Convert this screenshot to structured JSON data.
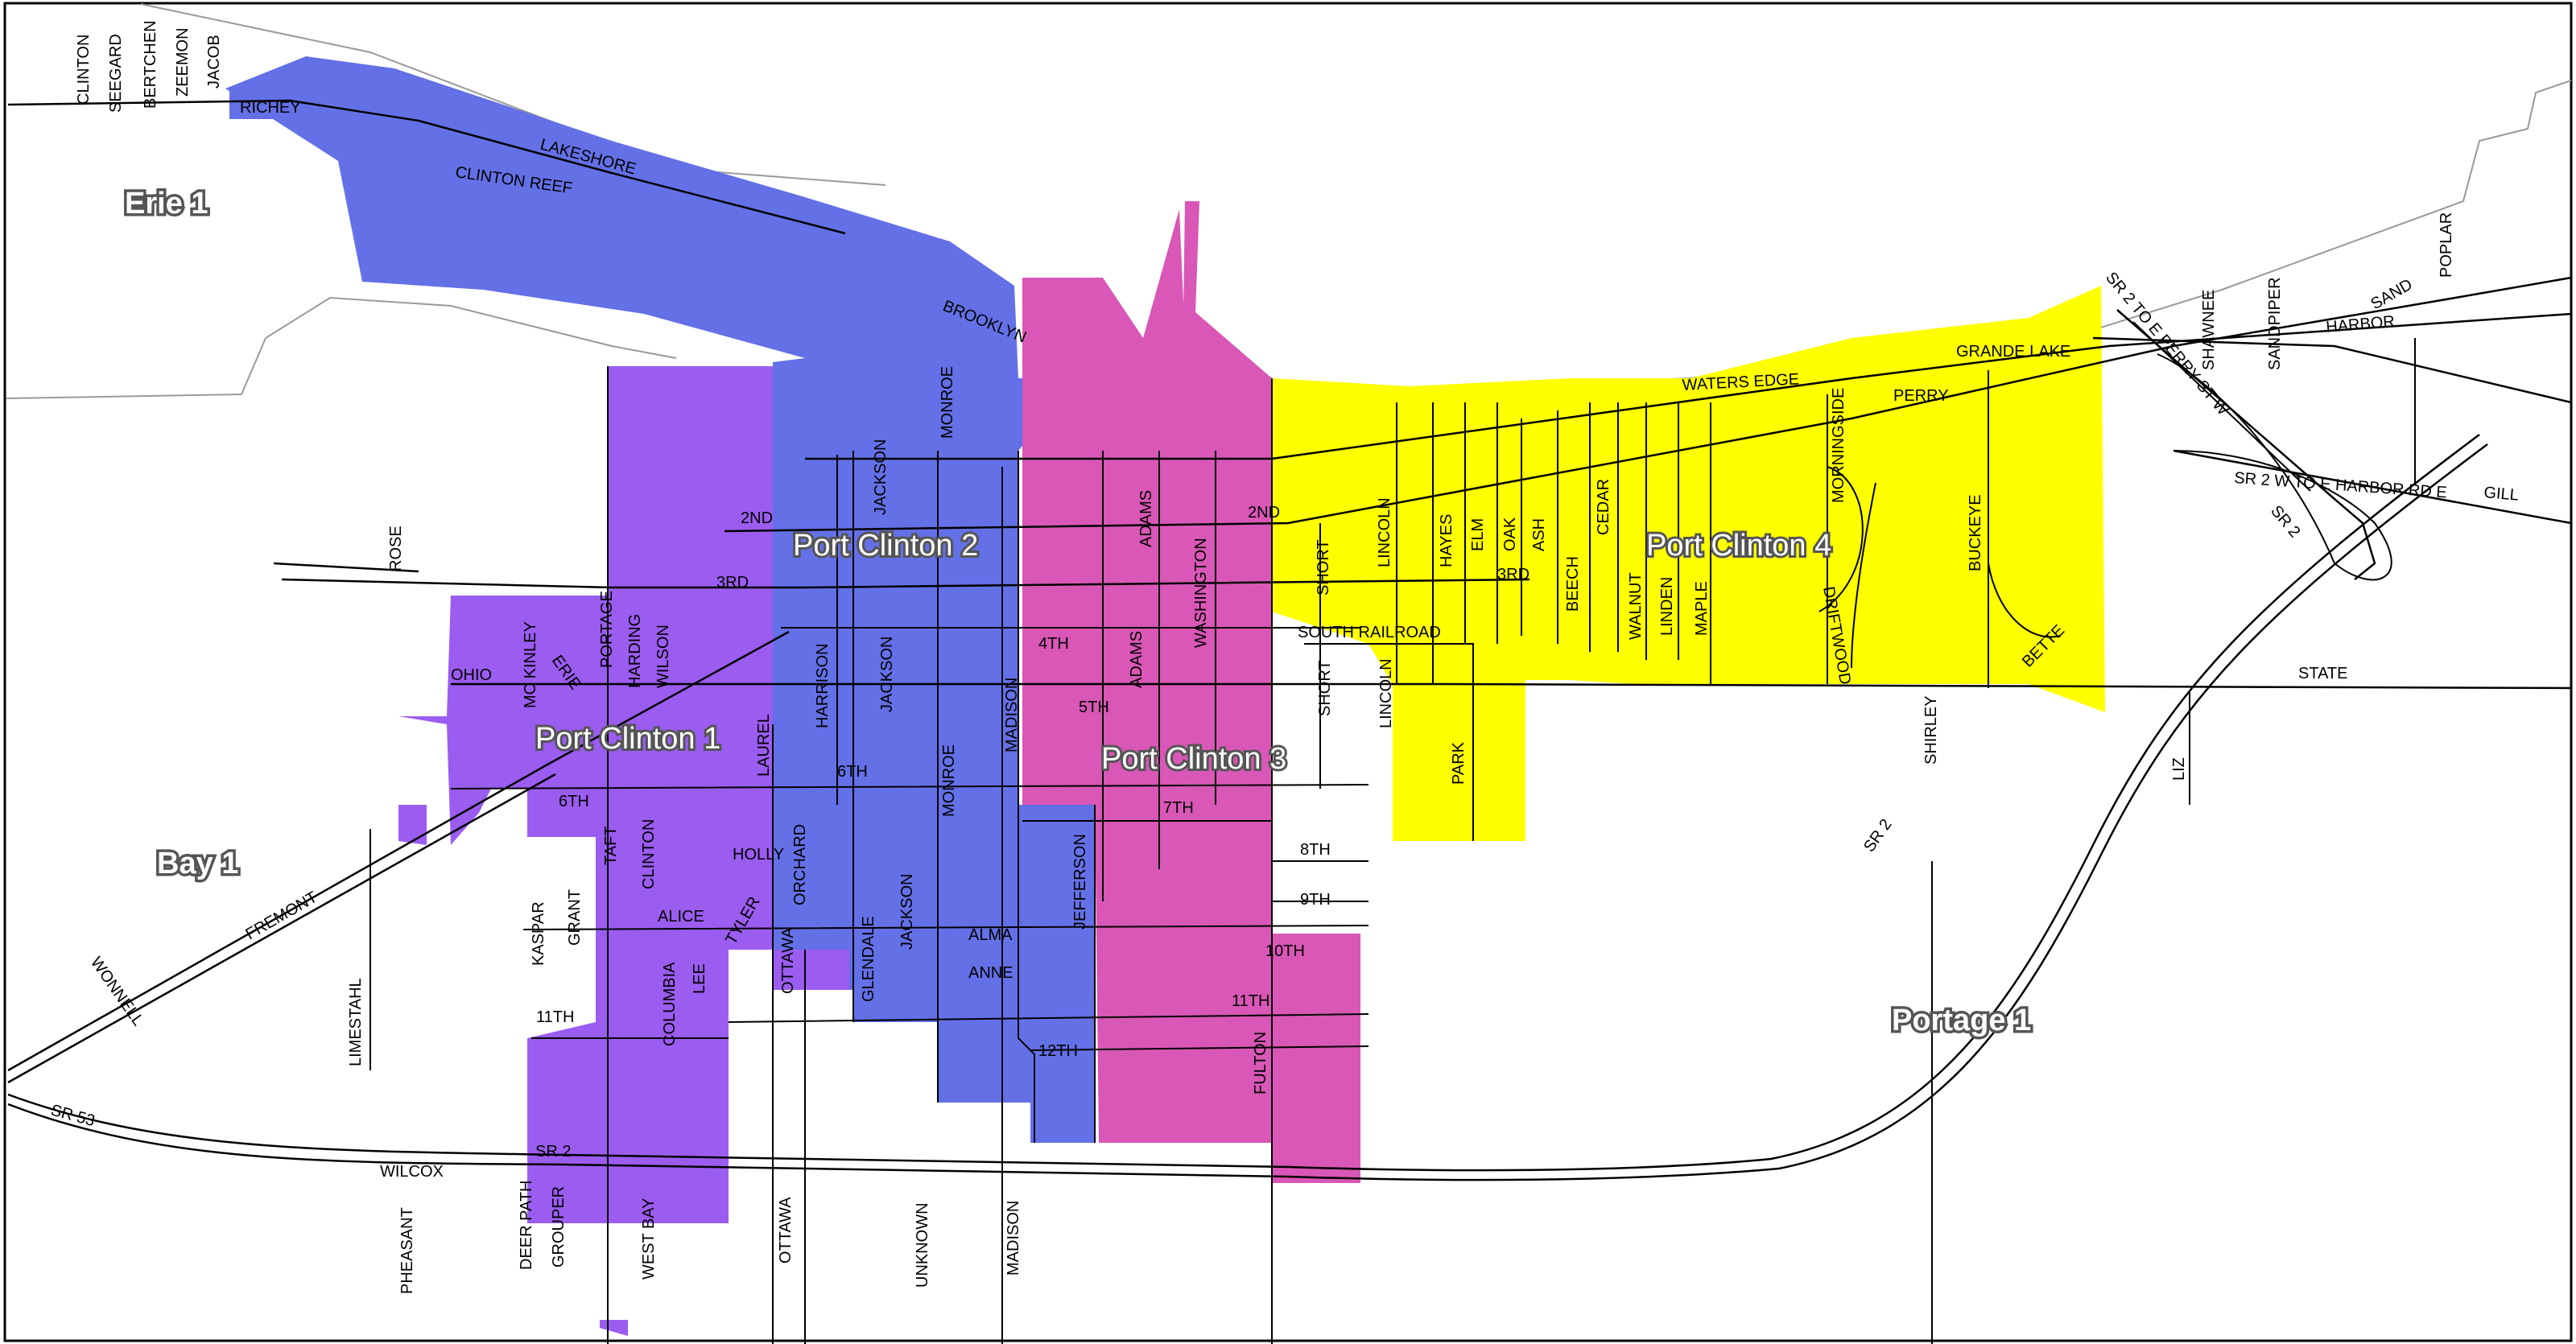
{
  "map": {
    "colors": {
      "port_clinton_1": "#9b5cf0",
      "port_clinton_2": "#6470e6",
      "port_clinton_3": "#d957b6",
      "port_clinton_4": "#ffff00",
      "background": "#ffffff",
      "roads": "#000000"
    },
    "districts": {
      "pc1": "Port Clinton 1",
      "pc2": "Port Clinton 2",
      "pc3": "Port Clinton 3",
      "pc4": "Port Clinton 4",
      "erie1": "Erie 1",
      "bay1": "Bay 1",
      "portage1": "Portage 1"
    },
    "streets": {
      "clinton_nw": "CLINTON",
      "seegard": "SEEGARD",
      "bertchen": "BERTCHEN",
      "zeemon": "ZEEMON",
      "jacob": "JACOB",
      "richey": "RICHEY",
      "lakeshore": "LAKESHORE",
      "clinton_reef": "CLINTON REEF",
      "brooklyn": "BROOKLYN",
      "monroe_n": "MONROE",
      "jackson_n": "JACKSON",
      "second": "2ND",
      "second_e": "2ND",
      "third": "3RD",
      "third_e": "3RD",
      "rose": "ROSE",
      "ohio": "OHIO",
      "mc_kinley": "MC KINLEY",
      "erie": "ERIE",
      "portage": "PORTAGE",
      "harding": "HARDING",
      "wilson": "WILSON",
      "laurel": "LAUREL",
      "harrison": "HARRISON",
      "jackson_m": "JACKSON",
      "madison_m": "MADISON",
      "fourth": "4TH",
      "fifth": "5TH",
      "sixth": "6TH",
      "sixth_w": "6TH",
      "monroe_s": "MONROE",
      "adams_n": "ADAMS",
      "adams": "ADAMS",
      "washington": "WASHINGTON",
      "short_n": "SHORT",
      "short_s": "SHORT",
      "lincoln_n": "LINCOLN",
      "lincoln_s": "LINCOLN",
      "south_railroad": "SOUTH RAILROAD",
      "seventh": "7TH",
      "eighth": "8TH",
      "ninth": "9TH",
      "tenth": "10TH",
      "eleventh": "11TH",
      "eleventh_w": "11TH",
      "twelfth": "12TH",
      "jefferson": "JEFFERSON",
      "fulton": "FULTON",
      "alma": "ALMA",
      "anne": "ANNE",
      "jackson_s": "JACKSON",
      "glendale": "GLENDALE",
      "ottawa_n": "OTTAWA",
      "tyler": "TYLER",
      "orchard": "ORCHARD",
      "holly": "HOLLY",
      "alice": "ALICE",
      "clinton_s": "CLINTON",
      "taft": "TAFT",
      "grant": "GRANT",
      "kaspar": "KASPAR",
      "lee": "LEE",
      "columbia": "COLUMBIA",
      "fremont": "FREMONT",
      "wonnell": "WONNELL",
      "limestahl": "LIMESTAHL",
      "sr53": "SR 53",
      "wilcox": "WILCOX",
      "sr2_w": "SR 2",
      "pheasant": "PHEASANT",
      "deer_path": "DEER PATH",
      "grouper": "GROUPER",
      "west_bay": "WEST BAY",
      "ottawa_s": "OTTAWA",
      "unknown": "UNKNOWN",
      "madison_s": "MADISON",
      "hayes": "HAYES",
      "elm": "ELM",
      "oak": "OAK",
      "ash": "ASH",
      "beech": "BEECH",
      "cedar": "CEDAR",
      "walnut": "WALNUT",
      "linden": "LINDEN",
      "maple": "MAPLE",
      "park": "PARK",
      "waters_edge": "WATERS EDGE",
      "morningside": "MORNINGSIDE",
      "driftwood": "DRIFTWOOD",
      "perry": "PERRY",
      "grande_lake": "GRANDE LAKE",
      "buckeye": "BUCKEYE",
      "bette": "BETTE",
      "shirley": "SHIRLEY",
      "state": "STATE",
      "liz": "LIZ",
      "sr2_e": "SR 2",
      "sr2_to_e_perry": "SR 2 TO E PERRY ST W",
      "sr2_w_to_e_harbor": "SR 2 W TO E HARBOR RD E",
      "gill": "GILL",
      "sr2_ramp": "SR 2",
      "shawnee": "SHAWNEE",
      "sandpiper": "SANDPIPER",
      "harbor": "HARBOR",
      "sand": "SAND",
      "poplar": "POPLAR"
    }
  }
}
